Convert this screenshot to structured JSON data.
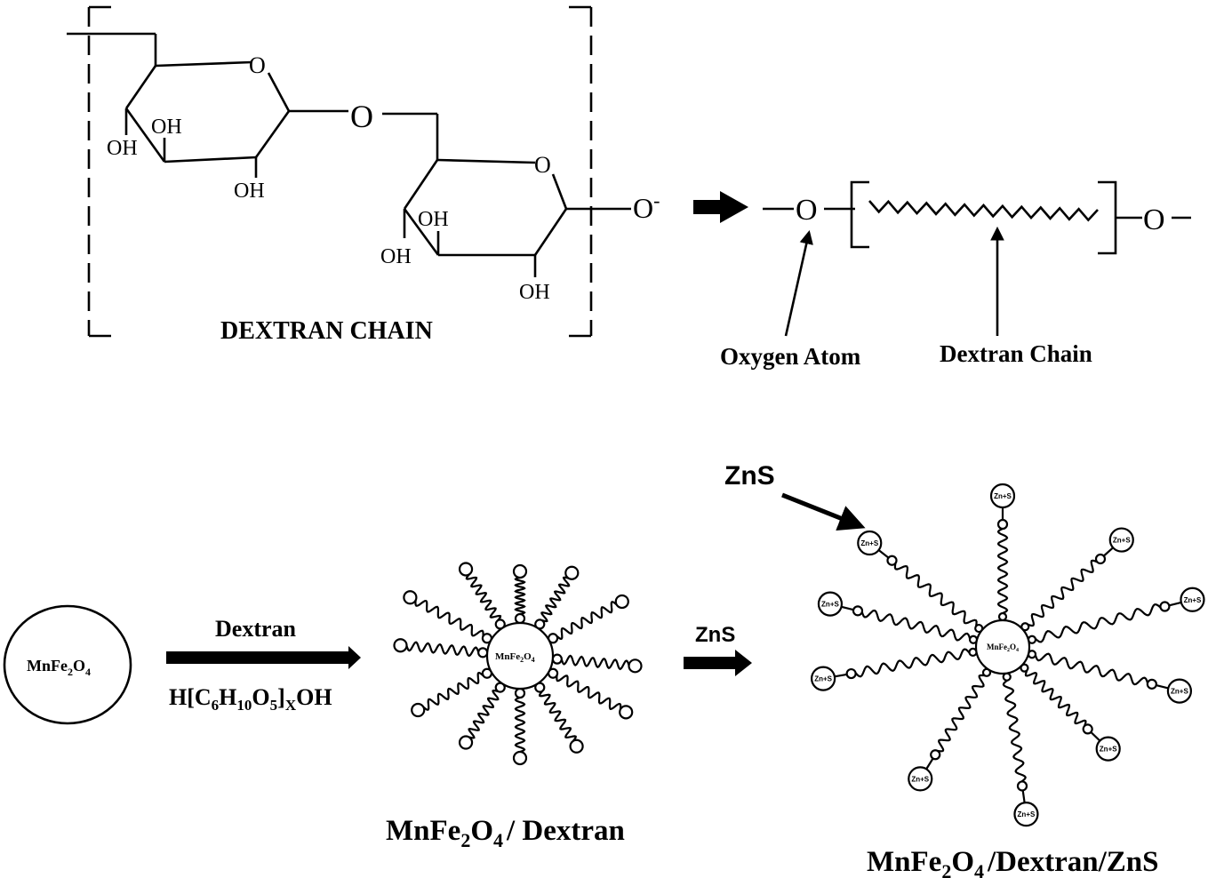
{
  "structure": {
    "title": "DEXTRAN CHAIN",
    "hydroxyl": "OH",
    "ring_oxygen": "O",
    "bridge_oxygen": "O",
    "terminal_anion": "O",
    "anion_charge": "-"
  },
  "simplified": {
    "oxygen_left": "O",
    "oxygen_right": "O",
    "label_oxygen_atom": "Oxygen Atom",
    "label_dextran_chain": "Dextran Chain"
  },
  "process": {
    "core_main": "MnFe",
    "core_sub1": "2",
    "core_o": "O",
    "core_sub2": "4",
    "step1_top": "Dextran",
    "formula_h": "H[C",
    "formula_6": "6",
    "formula_H": "H",
    "formula_10": "10",
    "formula_O": "O",
    "formula_5": "5",
    "formula_bracket": "]",
    "formula_x": "X",
    "formula_oh": "OH",
    "step2_top": "ZnS",
    "zns_callout": "ZnS",
    "zns_bead": "Zn+S",
    "caption_middle_tail": "/ Dextran",
    "caption_right_tail": "/Dextran/ZnS"
  }
}
